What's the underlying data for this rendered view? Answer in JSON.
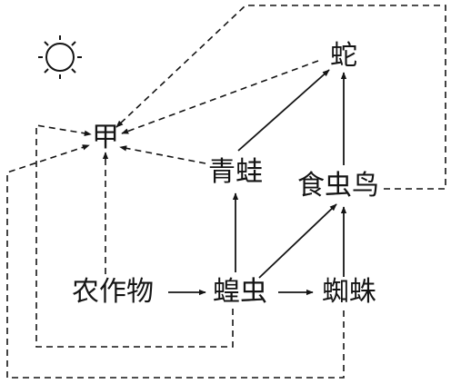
{
  "nodes": {
    "sun": "",
    "jia": "甲",
    "snake": "蛇",
    "frog": "青蛙",
    "bird": "食虫鸟",
    "crop": "农作物",
    "locust": "蝗虫",
    "spider": "蜘蛛"
  },
  "edges": [
    {
      "from": "crop",
      "to": "locust",
      "style": "solid"
    },
    {
      "from": "locust",
      "to": "spider",
      "style": "solid"
    },
    {
      "from": "locust",
      "to": "frog",
      "style": "solid"
    },
    {
      "from": "locust",
      "to": "bird",
      "style": "solid"
    },
    {
      "from": "spider",
      "to": "bird",
      "style": "solid"
    },
    {
      "from": "frog",
      "to": "snake",
      "style": "solid"
    },
    {
      "from": "bird",
      "to": "snake",
      "style": "solid"
    },
    {
      "from": "crop",
      "to": "jia",
      "style": "dashed"
    },
    {
      "from": "frog",
      "to": "jia",
      "style": "dashed"
    },
    {
      "from": "snake",
      "to": "jia",
      "style": "dashed"
    },
    {
      "from": "locust",
      "to": "jia",
      "style": "dashed"
    },
    {
      "from": "spider",
      "to": "jia",
      "style": "dashed"
    },
    {
      "from": "bird",
      "to": "jia",
      "style": "dashed"
    }
  ]
}
